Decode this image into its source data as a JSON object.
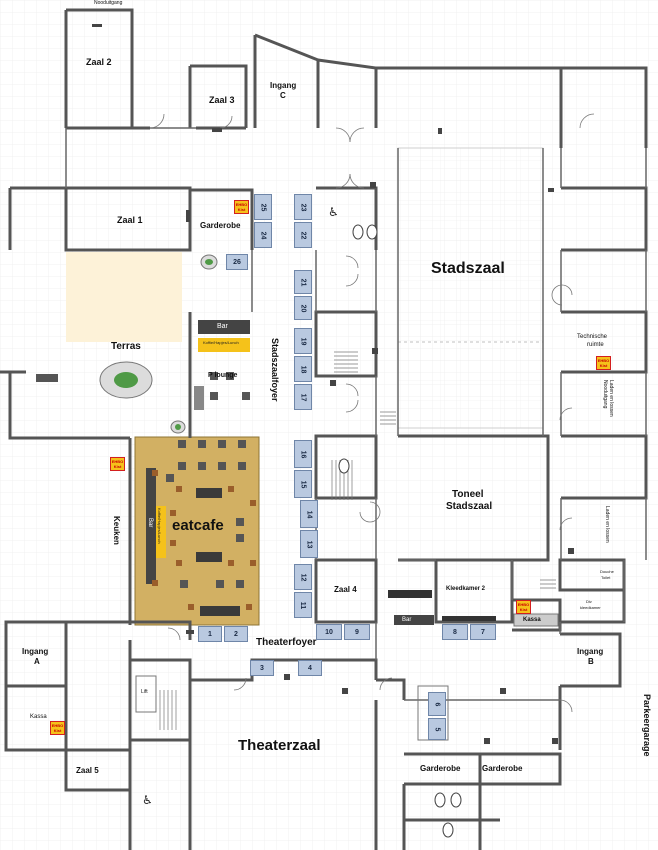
{
  "rooms": {
    "zaal2": "Zaal 2",
    "zaal3": "Zaal 3",
    "zaal1": "Zaal 1",
    "ingang_c_1": "Ingang",
    "ingang_c_2": "C",
    "garderobe_top": "Garderobe",
    "terras": "Terras",
    "bar_top": "Bar",
    "lounge": "P lounge",
    "keuken": "Keuken",
    "eatcafe": "eatcafe",
    "stadszaal": "Stadszaal",
    "stadszaalfoyer": "Stadszaalfoyer",
    "technische_1": "Technische",
    "technische_2": "ruimte",
    "toneel_1": "Toneel",
    "toneel_2": "Stadszaal",
    "zaal4": "Zaal 4",
    "bar_mid": "Bar",
    "kleedkamer2": "Kleedkamer 2",
    "douche_1": "Douche",
    "douche_2": "Toilet",
    "div_1": "Div",
    "div_2": "kleedkamer",
    "kassa_right": "Kassa",
    "theaterfoyer": "Theaterfoyer",
    "ingang_a_1": "Ingang",
    "ingang_a_2": "A",
    "kassa_left": "Kassa",
    "lift_left": "Lift",
    "zaal5": "Zaal 5",
    "theaterzaal": "Theaterzaal",
    "ingang_b_1": "Ingang",
    "ingang_b_2": "B",
    "garderobe_b1": "Garderobe",
    "garderobe_b2": "Garderobe",
    "parkeergarage": "Parkeergarage",
    "laden_1": "Laden en lossen",
    "laden_2": "Laden en lossen",
    "nooduitgang_r": "Nooduitgang",
    "koffiebar_1": "Koffie/Hapjes/Lunch",
    "koffiebar_2": "Koffie/Hapjes/Lunch",
    "bar_vertical": "Bar",
    "nooduitgang_top": "Nooduitgang"
  },
  "ehbo": {
    "line1": "EHBO",
    "line2": "Kist"
  },
  "booths": {
    "b1": "1",
    "b2": "2",
    "b3": "3",
    "b4": "4",
    "b5": "5",
    "b6": "6",
    "b7": "7",
    "b8": "8",
    "b9": "9",
    "b10": "10",
    "b11": "11",
    "b12": "12",
    "b13": "13",
    "b14": "14",
    "b15": "15",
    "b16": "16",
    "b17": "17",
    "b18": "18",
    "b19": "19",
    "b20": "20",
    "b21": "21",
    "b22": "22",
    "b23": "23",
    "b24": "24",
    "b25": "25",
    "b26": "26"
  },
  "colors": {
    "wall": "#555555",
    "terrace": "#fdf2d8",
    "cafe": "#d2b063",
    "booth": "#b9c9e0",
    "ehbo": "#f5c21a"
  }
}
